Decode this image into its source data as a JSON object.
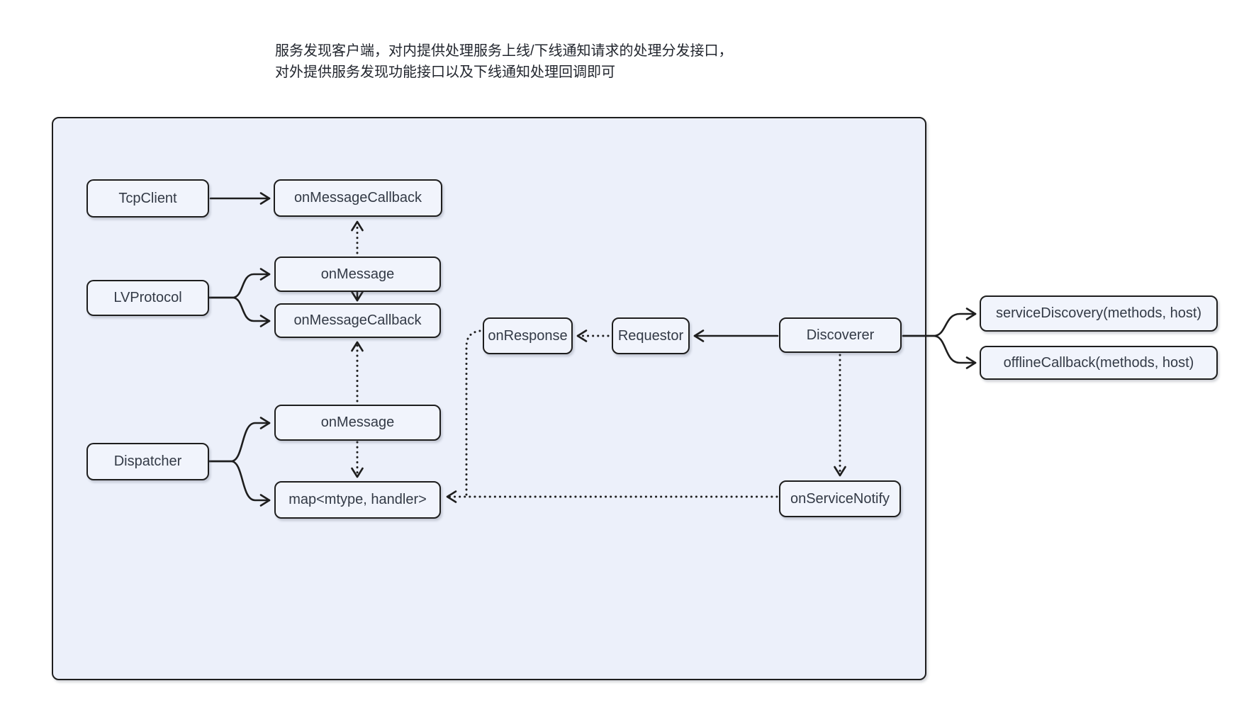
{
  "annotation": {
    "line1": "服务发现客户端，对内提供处理服务上线/下线通知请求的处理分发接口，",
    "line2": "对外提供服务发现功能接口以及下线通知处理回调即可"
  },
  "colors": {
    "page_background": "#ffffff",
    "container_fill": "#ecf0fa",
    "node_fill": "#f1f4fc",
    "stroke": "#1e1e1e",
    "node_text": "#333a46",
    "annotation_text": "#22262e"
  },
  "diagram": {
    "nodes": {
      "tcpclient": {
        "label": "TcpClient"
      },
      "on_message_callback_1": {
        "label": "onMessageCallback"
      },
      "lv_on_message": {
        "label": "onMessage"
      },
      "lvprotocol": {
        "label": "LVProtocol"
      },
      "lv_on_message_callback": {
        "label": "onMessageCallback"
      },
      "dispatcher_on_message": {
        "label": "onMessage"
      },
      "dispatcher": {
        "label": "Dispatcher"
      },
      "map_handler": {
        "label": "map<mtype, handler>"
      },
      "on_response": {
        "label": "onResponse"
      },
      "requestor": {
        "label": "Requestor"
      },
      "discoverer": {
        "label": "Discoverer"
      },
      "on_service_notify": {
        "label": "onServiceNotify"
      },
      "service_discovery": {
        "label": "serviceDiscovery(methods, host)"
      },
      "offline_callback": {
        "label": "offlineCallback(methods, host)"
      }
    },
    "edges": [
      {
        "from": "TcpClient",
        "to": "onMessageCallback (top)",
        "style": "solid"
      },
      {
        "from": "onMessage (LVProtocol)",
        "to": "onMessageCallback (top)",
        "style": "dotted"
      },
      {
        "from": "onMessage (LVProtocol)",
        "to": "onMessageCallback (LVProtocol)",
        "style": "solid"
      },
      {
        "from": "LVProtocol",
        "to": "onMessage (LVProtocol)",
        "style": "solid-fork"
      },
      {
        "from": "LVProtocol",
        "to": "onMessageCallback (LVProtocol)",
        "style": "solid-fork"
      },
      {
        "from": "onMessage (Dispatcher)",
        "to": "onMessageCallback (LVProtocol)",
        "style": "dotted"
      },
      {
        "from": "onMessage (Dispatcher)",
        "to": "map<mtype, handler>",
        "style": "dotted"
      },
      {
        "from": "Dispatcher",
        "to": "onMessage (Dispatcher)",
        "style": "solid-fork"
      },
      {
        "from": "Dispatcher",
        "to": "map<mtype, handler>",
        "style": "solid-fork"
      },
      {
        "from": "Requestor",
        "to": "onResponse",
        "style": "dotted"
      },
      {
        "from": "Discoverer",
        "to": "Requestor",
        "style": "solid"
      },
      {
        "from": "Discoverer",
        "to": "onServiceNotify",
        "style": "dotted"
      },
      {
        "from": "onServiceNotify",
        "to": "map<mtype, handler>",
        "style": "dotted"
      },
      {
        "from": "onResponse",
        "to": "map<mtype, handler>",
        "style": "dotted"
      },
      {
        "from": "Discoverer",
        "to": "serviceDiscovery(methods, host)",
        "style": "solid-fork"
      },
      {
        "from": "Discoverer",
        "to": "offlineCallback(methods, host)",
        "style": "solid-fork"
      }
    ]
  }
}
